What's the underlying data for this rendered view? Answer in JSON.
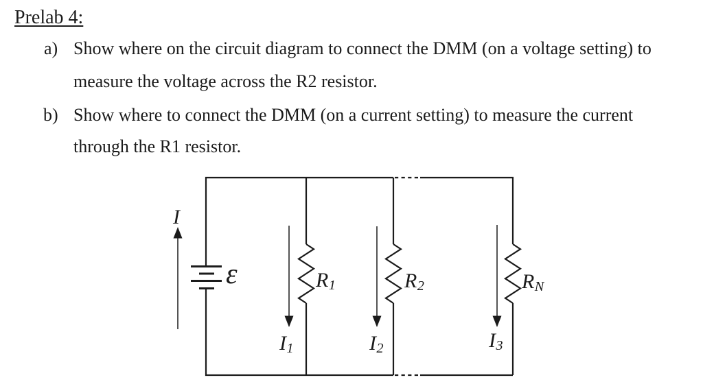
{
  "title": "Prelab 4:",
  "questions": [
    {
      "marker": "a)",
      "lines": [
        "Show where on the circuit diagram to connect the DMM (on a voltage setting) to",
        "measure the voltage across the R2 resistor."
      ]
    },
    {
      "marker": "b)",
      "lines": [
        "Show where to connect the DMM (on a current setting) to measure the current",
        "through the R1 resistor."
      ]
    }
  ],
  "circuit": {
    "emf_label": "ε",
    "source_current_label": "I",
    "resistors": [
      {
        "base": "R",
        "sub": "1"
      },
      {
        "base": "R",
        "sub": "2"
      },
      {
        "base": "R",
        "sub": "N"
      }
    ],
    "branch_currents": [
      {
        "base": "I",
        "sub": "1"
      },
      {
        "base": "I",
        "sub": "2"
      },
      {
        "base": "I",
        "sub": "3"
      }
    ],
    "colors": {
      "ink": "#1b1b1b",
      "background": "#ffffff"
    }
  }
}
